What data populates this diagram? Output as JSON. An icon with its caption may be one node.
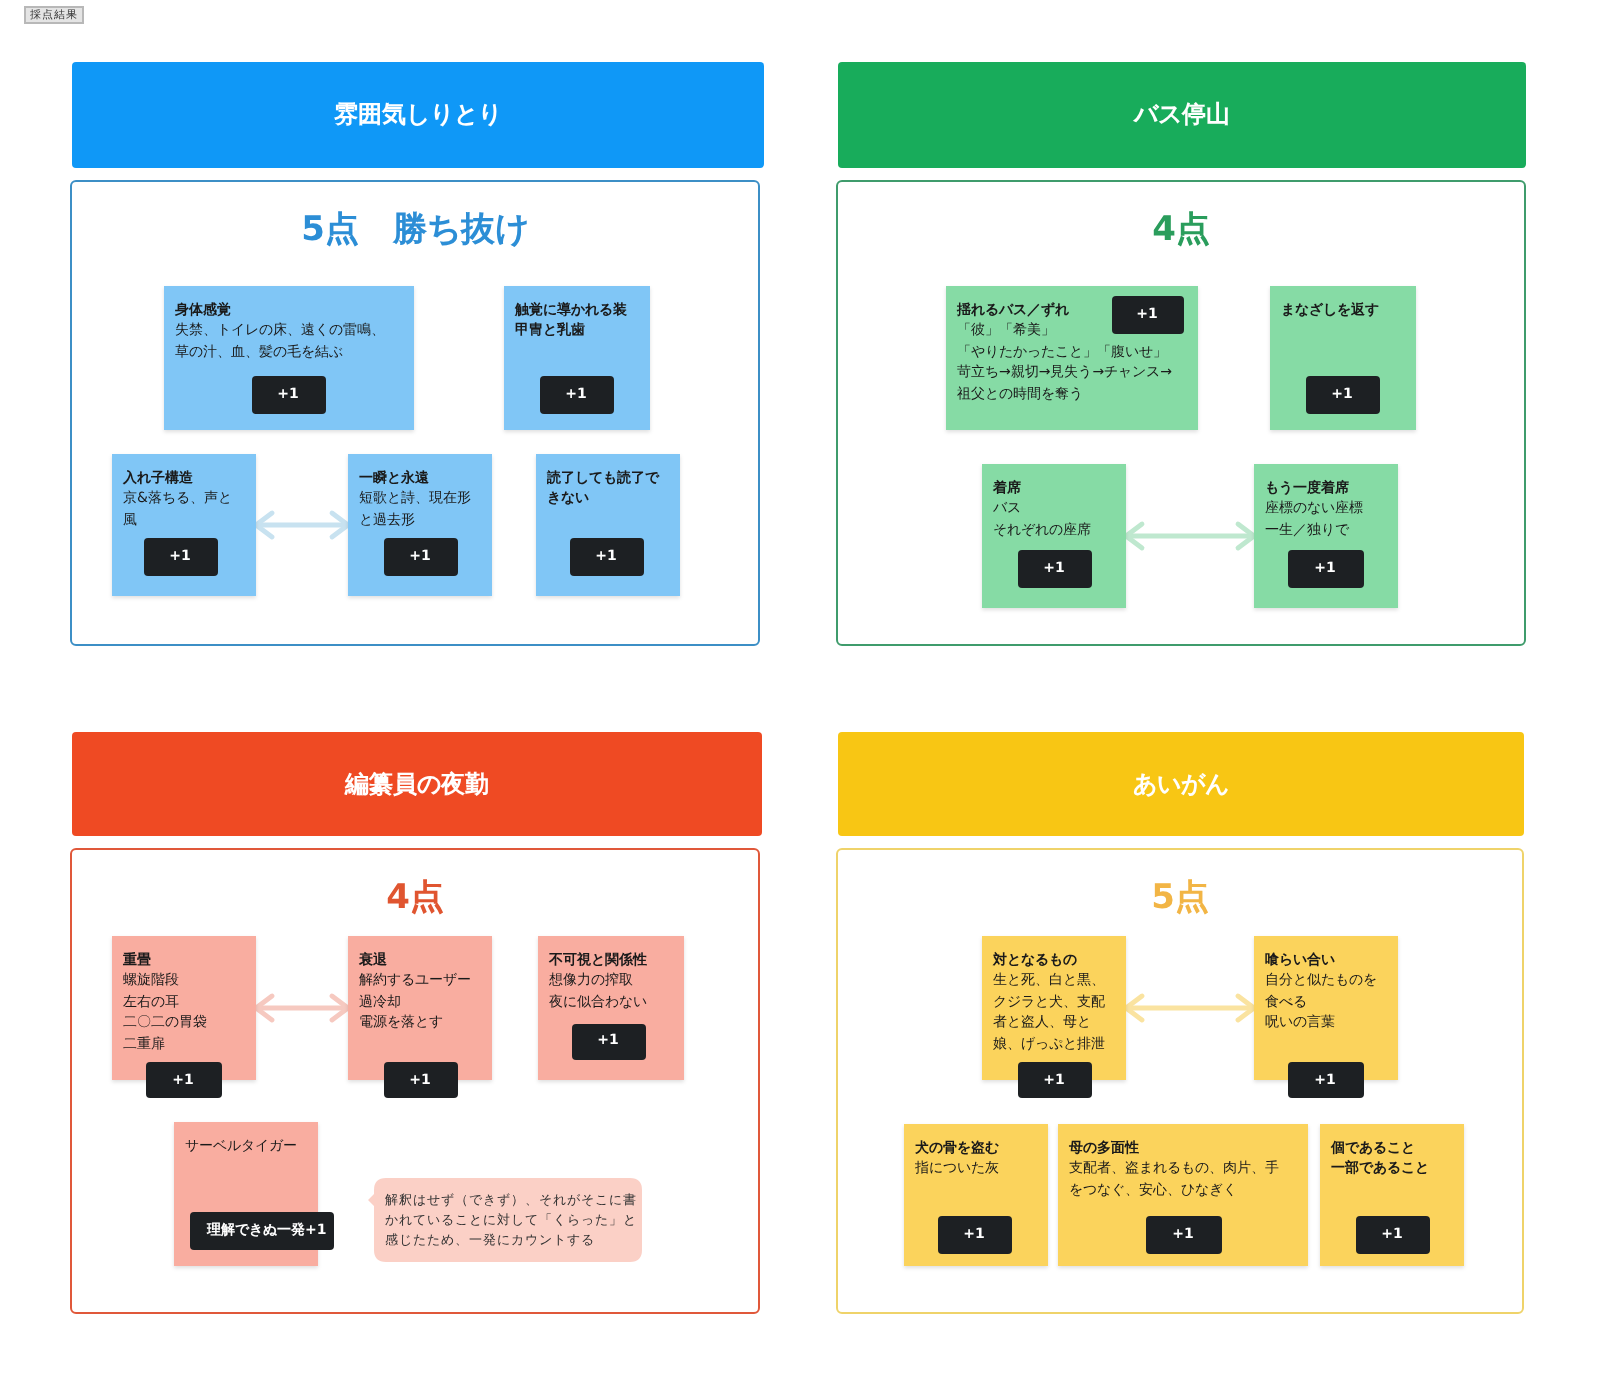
{
  "diagram": {
    "title": "採点結果",
    "nodes": [
      {
        "text": [
          "雰囲気しりとり"
        ]
      },
      {
        "text": [
          "5点　勝ち抜け"
        ]
      },
      {
        "text": [
          "身体感覚",
          "失禁、トイレの床、遠くの雷鳴、草の汁、血、髪の毛を結ぶ"
        ],
        "in": 1
      },
      {
        "text": [
          "+1"
        ],
        "in": 2
      },
      {
        "text": [
          "触覚に導かれる装甲冑と乳歯"
        ],
        "in": 1
      },
      {
        "text": [
          "+1"
        ],
        "in": 4
      },
      {
        "text": [
          "入れ子構造",
          "京&落ちる、声と風"
        ],
        "in": 1
      },
      {
        "text": [
          "+1"
        ],
        "in": 6
      },
      {
        "text": [
          "一瞬と永遠",
          "短歌と詩、現在形と過去形"
        ],
        "in": 1
      },
      {
        "text": [
          "+1"
        ],
        "in": 8
      },
      {
        "text": [
          "読了しても読了できない"
        ],
        "in": 1
      },
      {
        "text": [
          "+1"
        ],
        "in": 10
      },
      {
        "text": [
          "バス停山"
        ]
      },
      {
        "text": [
          "4点"
        ]
      },
      {
        "text": [
          "揺れるバス／ずれ",
          "「彼」「希美」",
          "「やりたかったこと」「腹いせ」",
          "苛立ち→親切→見失う→チャンス→祖父との時間を奪う"
        ],
        "in": 13
      },
      {
        "text": [
          "+1"
        ],
        "in": 14
      },
      {
        "text": [
          "まなざしを返す"
        ],
        "in": 13
      },
      {
        "text": [
          "+1"
        ],
        "in": 16
      },
      {
        "text": [
          "着席",
          "バス",
          "それぞれの座席"
        ],
        "in": 13
      },
      {
        "text": [
          "+1"
        ],
        "in": 18
      },
      {
        "text": [
          "もう一度着席",
          "座標のない座標",
          "一生／独りで"
        ],
        "in": 13
      },
      {
        "text": [
          "+1"
        ],
        "in": 20
      },
      {
        "text": [
          "編纂員の夜勤"
        ]
      },
      {
        "text": [
          "4点"
        ]
      },
      {
        "text": [
          "重畳",
          "螺旋階段",
          "左右の耳",
          "二〇二の胃袋",
          "二重扉"
        ],
        "in": 23
      },
      {
        "text": [
          "+1"
        ],
        "in": 23
      },
      {
        "text": [
          "衰退",
          "解約するユーザー",
          "過冷却",
          "電源を落とす"
        ],
        "in": 23
      },
      {
        "text": [
          "+1"
        ],
        "in": 23
      },
      {
        "text": [
          "不可視と関係性",
          "想像力の搾取",
          "夜に似合わない"
        ],
        "in": 23
      },
      {
        "text": [
          "+1"
        ],
        "in": 28
      },
      {
        "text": [
          "サーベルタイガー"
        ],
        "in": 23
      },
      {
        "text": [
          "理解できぬ一発",
          "+1"
        ],
        "in": 30
      },
      {
        "text": [
          "解釈はせず（できず）、それがそこに書かれていることに対して「くらった」と感じたため、一発にカウントする"
        ],
        "in": 23
      },
      {
        "text": [
          "あいがん"
        ]
      },
      {
        "text": [
          "5点"
        ]
      },
      {
        "text": [
          "対となるもの",
          "生と死、白と黒、クジラと犬、支配者と盗人、母と娘、げっぷと排泄"
        ],
        "in": 34
      },
      {
        "text": [
          "+1"
        ],
        "in": 34
      },
      {
        "text": [
          "喰らい合い",
          "自分と似たものを食べる",
          "呪いの言葉"
        ],
        "in": 34
      },
      {
        "text": [
          "+1"
        ],
        "in": 34
      },
      {
        "text": [
          "犬の骨を盗む",
          "指についた灰"
        ],
        "in": 34
      },
      {
        "text": [
          "+1"
        ],
        "in": 39
      },
      {
        "text": [
          "母の多面性",
          "支配者、盗まれるもの、肉片、手をつなぐ、安心、ひなぎく"
        ],
        "in": 34
      },
      {
        "text": [
          "+1"
        ],
        "in": 41
      },
      {
        "text": [
          "個であること",
          "一部であること"
        ],
        "in": 34
      },
      {
        "text": [
          "+1"
        ],
        "in": 43
      }
    ],
    "edges": [
      {
        "from": 6,
        "to": 8,
        "arrow": "both",
        "color": "#c8e2f0"
      },
      {
        "from": 18,
        "to": 20,
        "arrow": "both",
        "color": "#bfe8cf"
      },
      {
        "from": 24,
        "to": 26,
        "arrow": "both",
        "color": "#f6c9c0"
      },
      {
        "from": 35,
        "to": 37,
        "arrow": "both",
        "color": "#fae3a0"
      }
    ]
  }
}
